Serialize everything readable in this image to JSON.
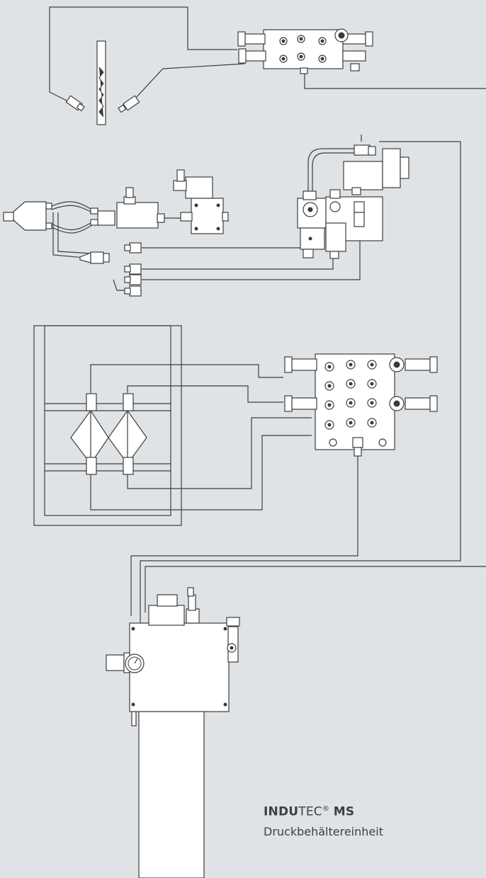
{
  "colors": {
    "background": "#dfe3e6",
    "line": "#3e3e3e",
    "part_fill": "#ffffff",
    "text": "#3f3f3f"
  },
  "caption": {
    "brand_bold": "INDU",
    "brand_regular": "TEC",
    "registered_mark": "®",
    "model": "MS",
    "subtitle": "Druckbehältereinheit"
  },
  "components": [
    {
      "name": "top-valve-manifold",
      "icon": "valve-manifold-icon"
    },
    {
      "name": "spray-nozzles-and-blade",
      "icon": "nozzle-icon"
    },
    {
      "name": "air-spray-nozzle-assembly",
      "icon": "spray-nozzle-icon"
    },
    {
      "name": "solenoid-valve-cluster",
      "icon": "solenoid-valve-icon"
    },
    {
      "name": "frame-with-diamond-section",
      "icon": "frame-icon"
    },
    {
      "name": "middle-valve-manifold",
      "icon": "valve-manifold-icon"
    },
    {
      "name": "pressure-tank-unit",
      "icon": "pressure-tank-icon"
    }
  ]
}
